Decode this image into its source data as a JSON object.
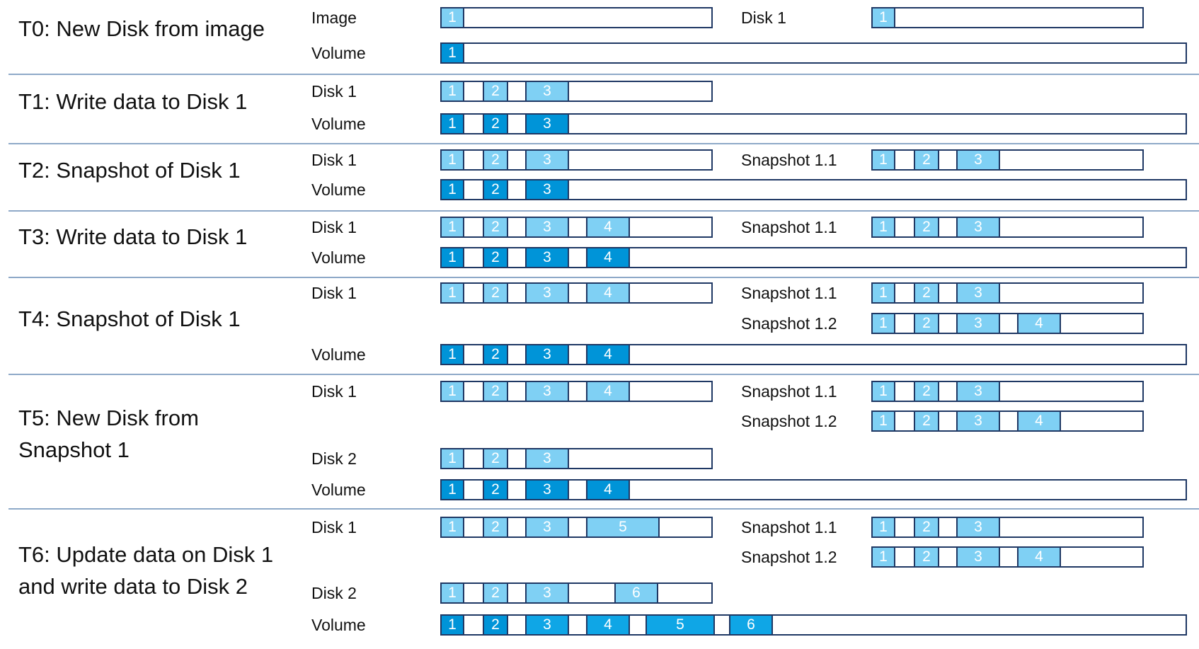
{
  "colors": {
    "border": "#1f3864",
    "block_light": "#7fd0f4",
    "block_medium": "#0fa6e6",
    "block_dark": "#0094d8",
    "separator": "#8ea9c8"
  },
  "stages": [
    {
      "title_lines": [
        "T0: New Disk from image"
      ],
      "bars": [
        {
          "label": "Image",
          "kind": "short-left",
          "blocks": [
            {
              "id": "1",
              "slot": 0,
              "shade": 0
            }
          ]
        },
        {
          "label": "Disk 1",
          "kind": "short-right",
          "blocks": [
            {
              "id": "1",
              "slot": 0,
              "shade": 0
            }
          ]
        },
        {
          "label": "Volume",
          "kind": "volume",
          "blocks": [
            {
              "id": "1",
              "slot": 0,
              "shade": 2
            }
          ]
        }
      ]
    },
    {
      "title_lines": [
        "T1: Write data to Disk 1"
      ],
      "bars": [
        {
          "label": "Disk 1",
          "kind": "short-left",
          "blocks": [
            {
              "id": "1",
              "slot": 0,
              "shade": 0
            },
            {
              "id": "2",
              "slot": 1,
              "shade": 0
            },
            {
              "id": "3",
              "slot": 2,
              "shade": 0
            }
          ]
        },
        {
          "label": "Volume",
          "kind": "volume",
          "blocks": [
            {
              "id": "1",
              "slot": 0,
              "shade": 2
            },
            {
              "id": "2",
              "slot": 1,
              "shade": 2
            },
            {
              "id": "3",
              "slot": 2,
              "shade": 2
            }
          ]
        }
      ]
    },
    {
      "title_lines": [
        "T2: Snapshot of Disk 1"
      ],
      "bars": [
        {
          "label": "Disk 1",
          "kind": "short-left",
          "blocks": [
            {
              "id": "1",
              "slot": 0,
              "shade": 0
            },
            {
              "id": "2",
              "slot": 1,
              "shade": 0
            },
            {
              "id": "3",
              "slot": 2,
              "shade": 0
            }
          ]
        },
        {
          "label": "Snapshot 1.1",
          "kind": "short-right",
          "blocks": [
            {
              "id": "1",
              "slot": 0,
              "shade": 0
            },
            {
              "id": "2",
              "slot": 1,
              "shade": 0
            },
            {
              "id": "3",
              "slot": 2,
              "shade": 0
            }
          ]
        },
        {
          "label": "Volume",
          "kind": "volume",
          "blocks": [
            {
              "id": "1",
              "slot": 0,
              "shade": 2
            },
            {
              "id": "2",
              "slot": 1,
              "shade": 2
            },
            {
              "id": "3",
              "slot": 2,
              "shade": 2
            }
          ]
        }
      ]
    },
    {
      "title_lines": [
        "T3: Write data to Disk 1"
      ],
      "bars": [
        {
          "label": "Disk 1",
          "kind": "short-left",
          "blocks": [
            {
              "id": "1",
              "slot": 0,
              "shade": 0
            },
            {
              "id": "2",
              "slot": 1,
              "shade": 0
            },
            {
              "id": "3",
              "slot": 2,
              "shade": 0
            },
            {
              "id": "4",
              "slot": 3,
              "shade": 0
            }
          ]
        },
        {
          "label": "Snapshot 1.1",
          "kind": "short-right",
          "blocks": [
            {
              "id": "1",
              "slot": 0,
              "shade": 0
            },
            {
              "id": "2",
              "slot": 1,
              "shade": 0
            },
            {
              "id": "3",
              "slot": 2,
              "shade": 0
            }
          ]
        },
        {
          "label": "Volume",
          "kind": "volume",
          "blocks": [
            {
              "id": "1",
              "slot": 0,
              "shade": 2
            },
            {
              "id": "2",
              "slot": 1,
              "shade": 2
            },
            {
              "id": "3",
              "slot": 2,
              "shade": 2
            },
            {
              "id": "4",
              "slot": 3,
              "shade": 2
            }
          ]
        }
      ]
    },
    {
      "title_lines": [
        "T4: Snapshot of Disk 1"
      ],
      "bars": [
        {
          "label": "Disk 1",
          "kind": "short-left",
          "blocks": [
            {
              "id": "1",
              "slot": 0,
              "shade": 0
            },
            {
              "id": "2",
              "slot": 1,
              "shade": 0
            },
            {
              "id": "3",
              "slot": 2,
              "shade": 0
            },
            {
              "id": "4",
              "slot": 3,
              "shade": 0
            }
          ]
        },
        {
          "label": "Snapshot 1.1",
          "kind": "short-right",
          "blocks": [
            {
              "id": "1",
              "slot": 0,
              "shade": 0
            },
            {
              "id": "2",
              "slot": 1,
              "shade": 0
            },
            {
              "id": "3",
              "slot": 2,
              "shade": 0
            }
          ]
        },
        {
          "label": "Snapshot 1.2",
          "kind": "short-right",
          "blocks": [
            {
              "id": "1",
              "slot": 0,
              "shade": 0
            },
            {
              "id": "2",
              "slot": 1,
              "shade": 0
            },
            {
              "id": "3",
              "slot": 2,
              "shade": 0
            },
            {
              "id": "4",
              "slot": 3,
              "shade": 0
            }
          ]
        },
        {
          "label": "Volume",
          "kind": "volume",
          "blocks": [
            {
              "id": "1",
              "slot": 0,
              "shade": 2
            },
            {
              "id": "2",
              "slot": 1,
              "shade": 2
            },
            {
              "id": "3",
              "slot": 2,
              "shade": 2
            },
            {
              "id": "4",
              "slot": 3,
              "shade": 2
            }
          ]
        }
      ]
    },
    {
      "title_lines": [
        "T5: New Disk from",
        "Snapshot 1"
      ],
      "bars": [
        {
          "label": "Disk 1",
          "kind": "short-left",
          "blocks": [
            {
              "id": "1",
              "slot": 0,
              "shade": 0
            },
            {
              "id": "2",
              "slot": 1,
              "shade": 0
            },
            {
              "id": "3",
              "slot": 2,
              "shade": 0
            },
            {
              "id": "4",
              "slot": 3,
              "shade": 0
            }
          ]
        },
        {
          "label": "Snapshot 1.1",
          "kind": "short-right",
          "blocks": [
            {
              "id": "1",
              "slot": 0,
              "shade": 0
            },
            {
              "id": "2",
              "slot": 1,
              "shade": 0
            },
            {
              "id": "3",
              "slot": 2,
              "shade": 0
            }
          ]
        },
        {
          "label": "Snapshot 1.2",
          "kind": "short-right",
          "blocks": [
            {
              "id": "1",
              "slot": 0,
              "shade": 0
            },
            {
              "id": "2",
              "slot": 1,
              "shade": 0
            },
            {
              "id": "3",
              "slot": 2,
              "shade": 0
            },
            {
              "id": "4",
              "slot": 3,
              "shade": 0
            }
          ]
        },
        {
          "label": "Disk 2",
          "kind": "short-left",
          "blocks": [
            {
              "id": "1",
              "slot": 0,
              "shade": 0
            },
            {
              "id": "2",
              "slot": 1,
              "shade": 0
            },
            {
              "id": "3",
              "slot": 2,
              "shade": 0
            }
          ]
        },
        {
          "label": "Volume",
          "kind": "volume",
          "blocks": [
            {
              "id": "1",
              "slot": 0,
              "shade": 2
            },
            {
              "id": "2",
              "slot": 1,
              "shade": 2
            },
            {
              "id": "3",
              "slot": 2,
              "shade": 2
            },
            {
              "id": "4",
              "slot": 3,
              "shade": 2
            }
          ]
        }
      ]
    },
    {
      "title_lines": [
        "T6: Update data on Disk 1",
        "and write data to Disk 2"
      ],
      "bars": [
        {
          "label": "Disk 1",
          "kind": "short-left",
          "blocks": [
            {
              "id": "1",
              "slot": 0,
              "shade": 0
            },
            {
              "id": "2",
              "slot": 1,
              "shade": 0
            },
            {
              "id": "3",
              "slot": 2,
              "shade": 0
            },
            {
              "id": "5",
              "slot": 4,
              "shade": 0
            }
          ]
        },
        {
          "label": "Snapshot 1.1",
          "kind": "short-right",
          "blocks": [
            {
              "id": "1",
              "slot": 0,
              "shade": 0
            },
            {
              "id": "2",
              "slot": 1,
              "shade": 0
            },
            {
              "id": "3",
              "slot": 2,
              "shade": 0
            }
          ]
        },
        {
          "label": "Snapshot 1.2",
          "kind": "short-right",
          "blocks": [
            {
              "id": "1",
              "slot": 0,
              "shade": 0
            },
            {
              "id": "2",
              "slot": 1,
              "shade": 0
            },
            {
              "id": "3",
              "slot": 2,
              "shade": 0
            },
            {
              "id": "4",
              "slot": 3,
              "shade": 0
            }
          ]
        },
        {
          "label": "Disk 2",
          "kind": "short-left",
          "blocks": [
            {
              "id": "1",
              "slot": 0,
              "shade": 0
            },
            {
              "id": "2",
              "slot": 1,
              "shade": 0
            },
            {
              "id": "3",
              "slot": 2,
              "shade": 0
            },
            {
              "id": "6",
              "slot": 6,
              "shade": 0
            }
          ]
        },
        {
          "label": "Volume",
          "kind": "volume",
          "blocks": [
            {
              "id": "1",
              "slot": 0,
              "shade": 2
            },
            {
              "id": "2",
              "slot": 1,
              "shade": 2
            },
            {
              "id": "3",
              "slot": 2,
              "shade": 1
            },
            {
              "id": "4",
              "slot": 3,
              "shade": 1
            },
            {
              "id": "5",
              "slot": 4,
              "shade": 1
            },
            {
              "id": "6",
              "slot": 5,
              "shade": 1
            }
          ]
        }
      ]
    }
  ]
}
